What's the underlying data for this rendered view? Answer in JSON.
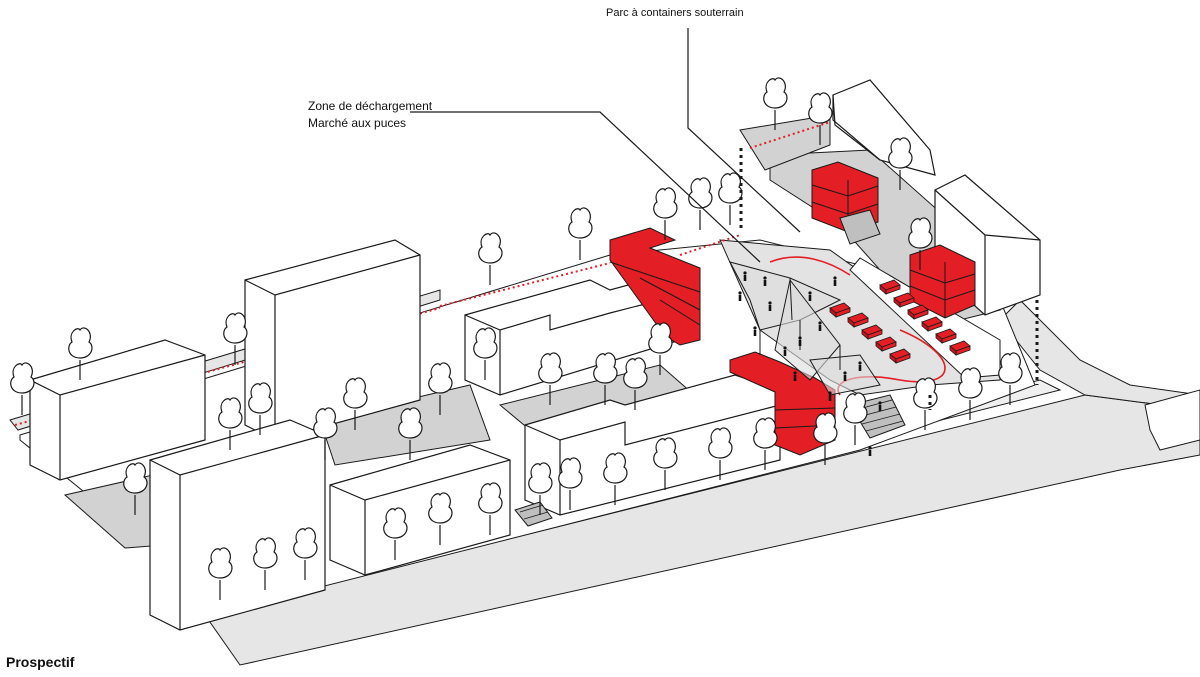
{
  "labels": {
    "underground_containers": "Parc à containers souterrain",
    "unloading_zone_line1": "Zone de déchargement",
    "unloading_zone_line2": "Marché aux puces"
  },
  "caption": "Prospectif",
  "colors": {
    "building_fill": "#ffffff",
    "outline": "#1a1a1a",
    "highlight_red": "#e31e24",
    "plaza_grey": "#d2d2d2",
    "road_grey": "#e6e6e6",
    "dotted_red": "#e31e24"
  },
  "icons": [
    "tree-icon",
    "person-icon",
    "tent-canopy-icon",
    "market-stall-icon",
    "stair-icon"
  ]
}
